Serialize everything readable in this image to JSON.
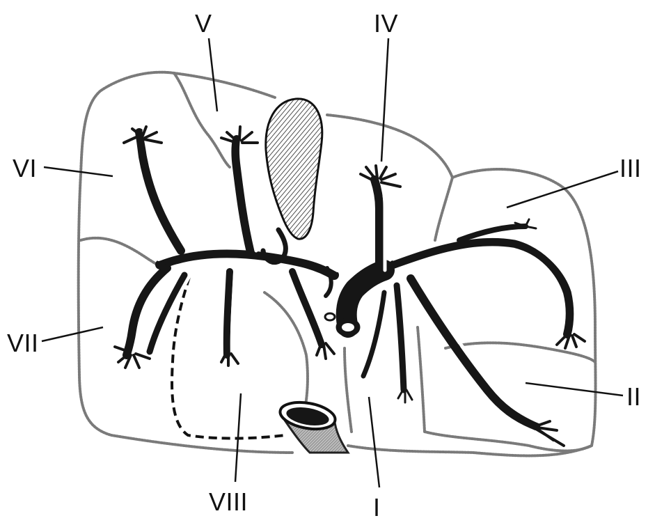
{
  "labels": {
    "V": "V",
    "IV": "IV",
    "VI": "VI",
    "III": "III",
    "VII": "VII",
    "II": "II",
    "VIII": "VIII",
    "I": "I"
  },
  "colors": {
    "ink": "#111111",
    "outline": "#6b6b6b",
    "vessel_dark": "#161616",
    "vessel_light": "#ffffff",
    "background": "#ffffff"
  }
}
